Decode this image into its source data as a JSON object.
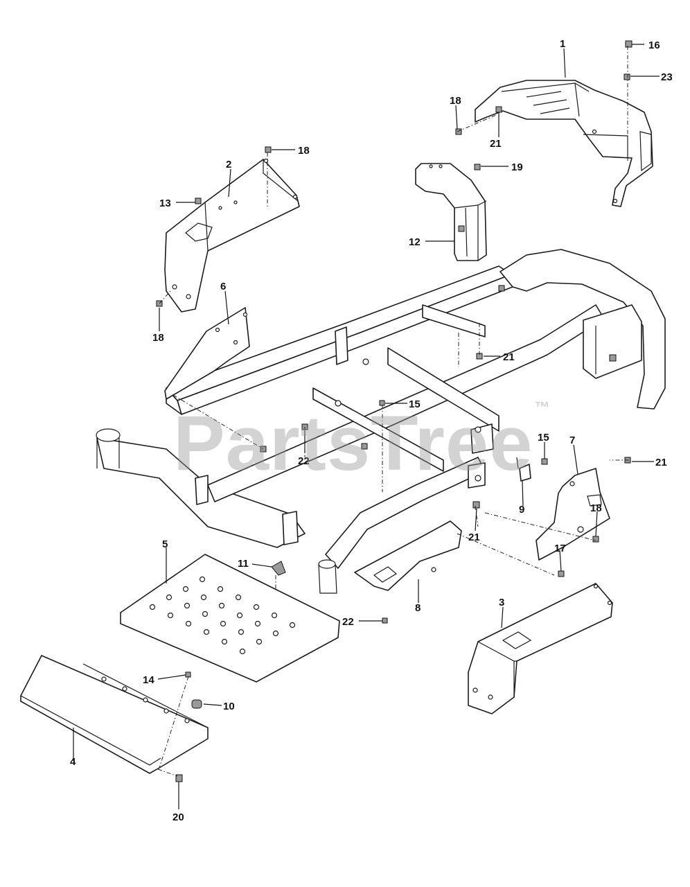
{
  "diagram": {
    "watermark": "PartsTree",
    "watermark_tm": "™",
    "callouts": {
      "c1": "1",
      "c2": "2",
      "c3": "3",
      "c4": "4",
      "c5": "5",
      "c6": "6",
      "c7": "7",
      "c8": "8",
      "c9": "9",
      "c10": "10",
      "c11": "11",
      "c12": "12",
      "c13": "13",
      "c14": "14",
      "c15a": "15",
      "c15b": "15",
      "c16": "16",
      "c17": "17",
      "c18a": "18",
      "c18b": "18",
      "c18c": "18",
      "c18d": "18",
      "c19": "19",
      "c20": "20",
      "c21a": "21",
      "c21b": "21",
      "c21c": "21",
      "c21d": "21",
      "c22a": "22",
      "c22b": "22",
      "c23": "23"
    }
  }
}
